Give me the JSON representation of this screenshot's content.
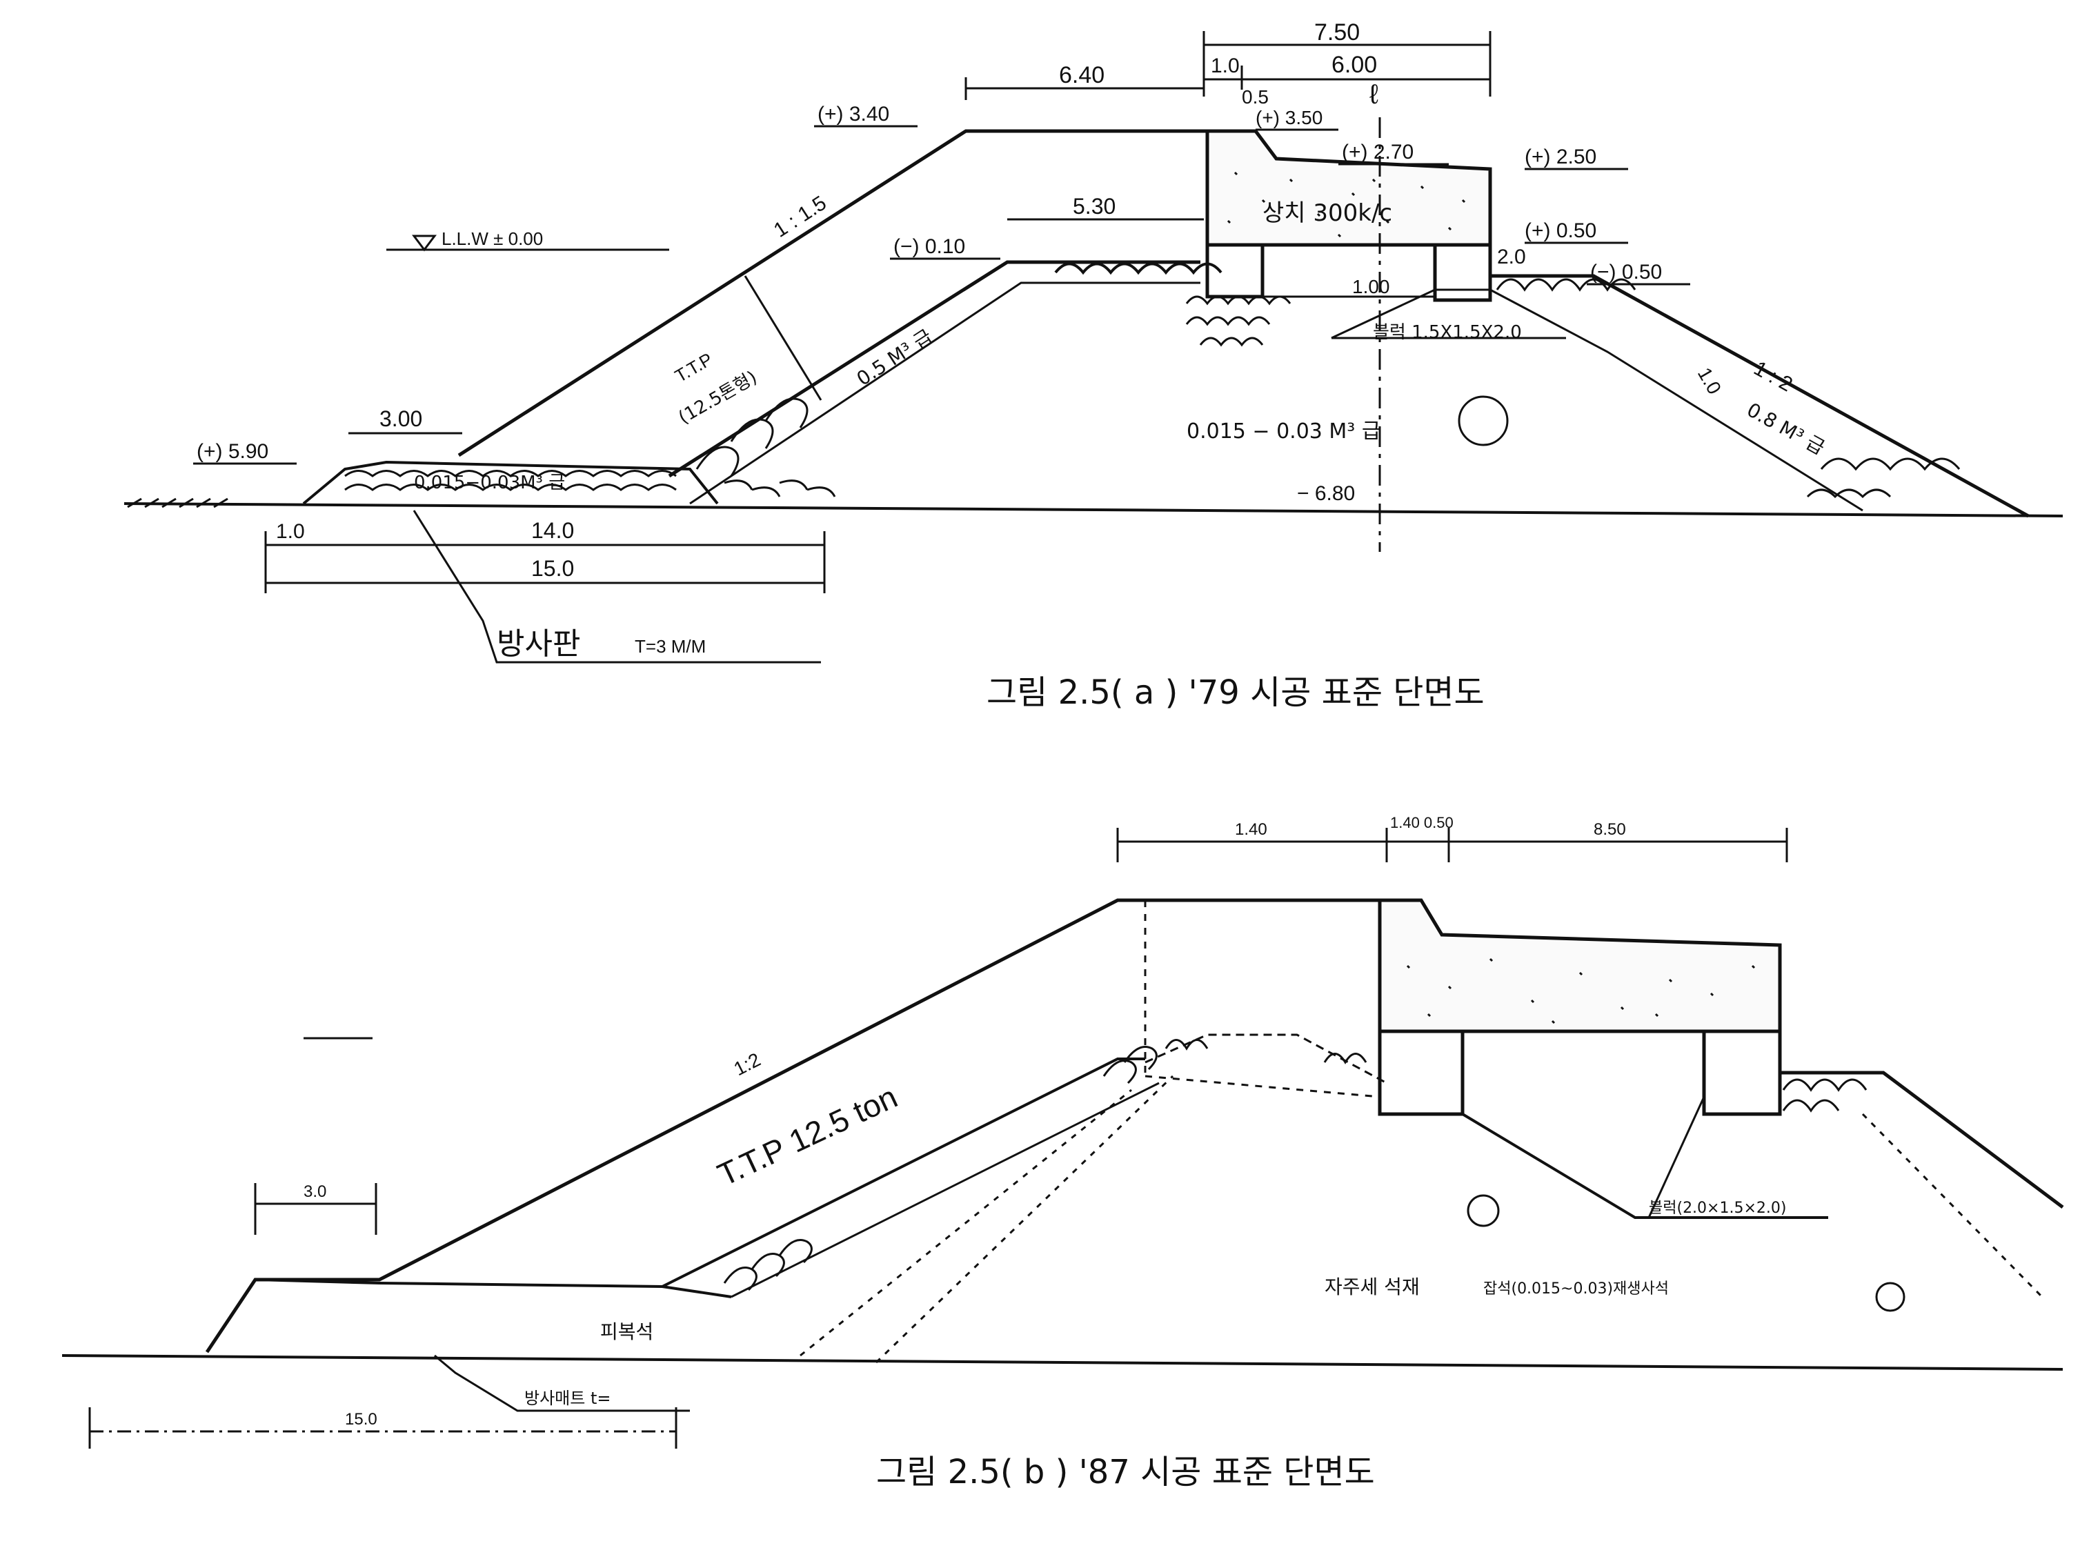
{
  "figure_a": {
    "caption": "그림 2.5( a )  '79 시공 표준 단면도",
    "llw": "L.L.W ± 0.00",
    "dims": {
      "top_total": "7.50",
      "top_1_0": "1.0",
      "top_6_00": "6.00",
      "top_0_5": "0.5",
      "crest_6_40": "6.40",
      "berm_5_30": "5.30",
      "toe_3_00": "3.00",
      "b_1_0": "1.0",
      "b_14_0": "14.0",
      "b_15_0": "15.0",
      "w_2_0": "2.0",
      "w_1_0": "1.0",
      "h_1_00": "1.00"
    },
    "elevations": {
      "e340": "(+) 3.40",
      "e350": "(+) 3.50",
      "e270": "(+) 2.70",
      "e250": "(+) 2.50",
      "e050": "(+) 0.50",
      "em050": "(−) 0.50",
      "em010": "(−) 0.10",
      "em590": "(+) 5.90",
      "em680": "− 6.80"
    },
    "labels": {
      "slope_15": "1 : 1.5",
      "slope_2": "1 : 2",
      "ttp1": "T.T.P",
      "ttp2": "(12.5톤형)",
      "armor_05": "0.5 M³ 급",
      "armor_08": "0.8 M³ 급",
      "core": "0.015 − 0.03  M³ 급",
      "toe_stone": "0.015−0.03M³ 급",
      "crown": "상치 300k/c",
      "block": "블럭 1.5X1.5X2.0",
      "sheet": "방사판",
      "sheet_t": "T=3 M/M",
      "cl": "ℓ"
    }
  },
  "figure_b": {
    "caption": "그림 2.5( b )  '87 시공 표준 단면도",
    "labels": {
      "ttp": "T.T.P 12.5 ton",
      "slope": "1:2",
      "core": "자주세 석재",
      "core_note": "잡석(0.015~0.03)재생사석",
      "toe": "피복석",
      "sheet": "방사매트 t=",
      "block": "블럭(2.0×1.5×2.0)"
    },
    "dims": {
      "top_a": "1.40",
      "top_b": "1.40 0.50",
      "top_c": "8.50",
      "toe": "3.0",
      "bottom": "15.0"
    }
  }
}
